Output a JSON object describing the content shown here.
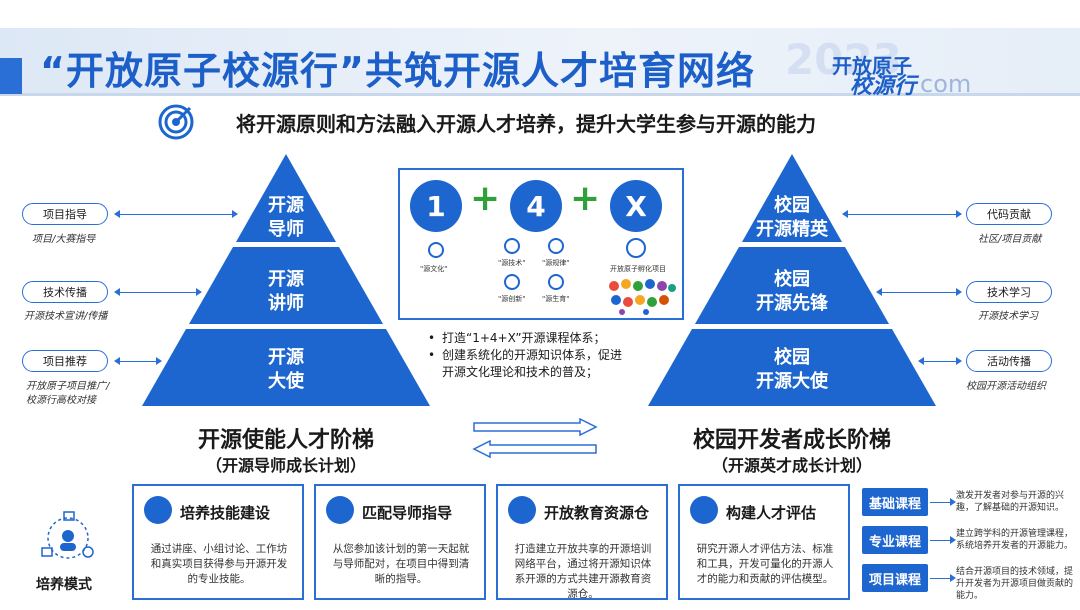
{
  "header": {
    "title": "“开放原子校源行”共筑开源人才培育网络",
    "logo_line1": "开放原子",
    "logo_line2": "校源行",
    "logo_line3": "com",
    "ghost_year": "2023"
  },
  "subtitle": "将开源原则和方法融入开源人才培养，提升大学生参与开源的能力",
  "left_pyramid": {
    "tiers": [
      {
        "line1": "开源",
        "line2": "导师"
      },
      {
        "line1": "开源",
        "line2": "讲师"
      },
      {
        "line1": "开源",
        "line2": "大使"
      }
    ],
    "title": "开源使能人才阶梯",
    "subtitle": "（开源导师成长计划）"
  },
  "right_pyramid": {
    "tiers": [
      {
        "line1": "校园",
        "line2": "开源精英"
      },
      {
        "line1": "校园",
        "line2": "开源先锋"
      },
      {
        "line1": "校园",
        "line2": "开源大使"
      }
    ],
    "title": "校园开发者成长阶梯",
    "subtitle": "（开源英才成长计划）"
  },
  "left_items": [
    {
      "label": "项目指导",
      "note": "项目/大赛指导"
    },
    {
      "label": "技术传播",
      "note": "开源技术宣讲/传播"
    },
    {
      "label": "项目推荐",
      "note_line1": "开放原子项目推广/",
      "note_line2": "校源行高校对接"
    }
  ],
  "right_items": [
    {
      "label": "代码贡献",
      "note": "社区/项目贡献"
    },
    {
      "label": "技术学习",
      "note": "开源技术学习"
    },
    {
      "label": "活动传播",
      "note": "校园开源活动组织"
    }
  ],
  "center": {
    "n1": "1",
    "n2": "4",
    "n3": "X",
    "mini_labels": [
      "\"源文化\"",
      "\"源技术\"",
      "\"源规律\"",
      "\"源创新\"",
      "\"源生育\"",
      "开放原子孵化项目"
    ],
    "bullets": [
      "打造“1+4+X”开源课程体系；",
      "创建系统化的开源知识体系，促进",
      "开源文化理论和技术的普及；"
    ]
  },
  "mode_label": "培养模式",
  "cards": [
    {
      "title": "培养技能建设",
      "text": "通过讲座、小组讨论、工作坊和真实项目获得参与开源开发的专业技能。"
    },
    {
      "title": "匹配导师指导",
      "text": "从您参加该计划的第一天起就与导师配对，在项目中得到清晰的指导。"
    },
    {
      "title": "开放教育资源仓",
      "text": "打造建立开放共享的开源培训网络平台，通过将开源知识体系开源的方式共建开源教育资源仓。"
    },
    {
      "title": "构建人才评估",
      "text": "研究开源人才评估方法、标准和工具，开发可量化的开源人才的能力和贡献的评估模型。"
    }
  ],
  "courses": [
    {
      "label": "基础课程",
      "text": "激发开发者对参与开源的兴趣，了解基础的开源知识。"
    },
    {
      "label": "专业课程",
      "text": "建立跨学科的开源管理课程，系统培养开发者的开源能力。"
    },
    {
      "label": "项目课程",
      "text": "结合开源项目的技术领域，提升开发者为开源项目做贡献的能力。"
    }
  ]
}
